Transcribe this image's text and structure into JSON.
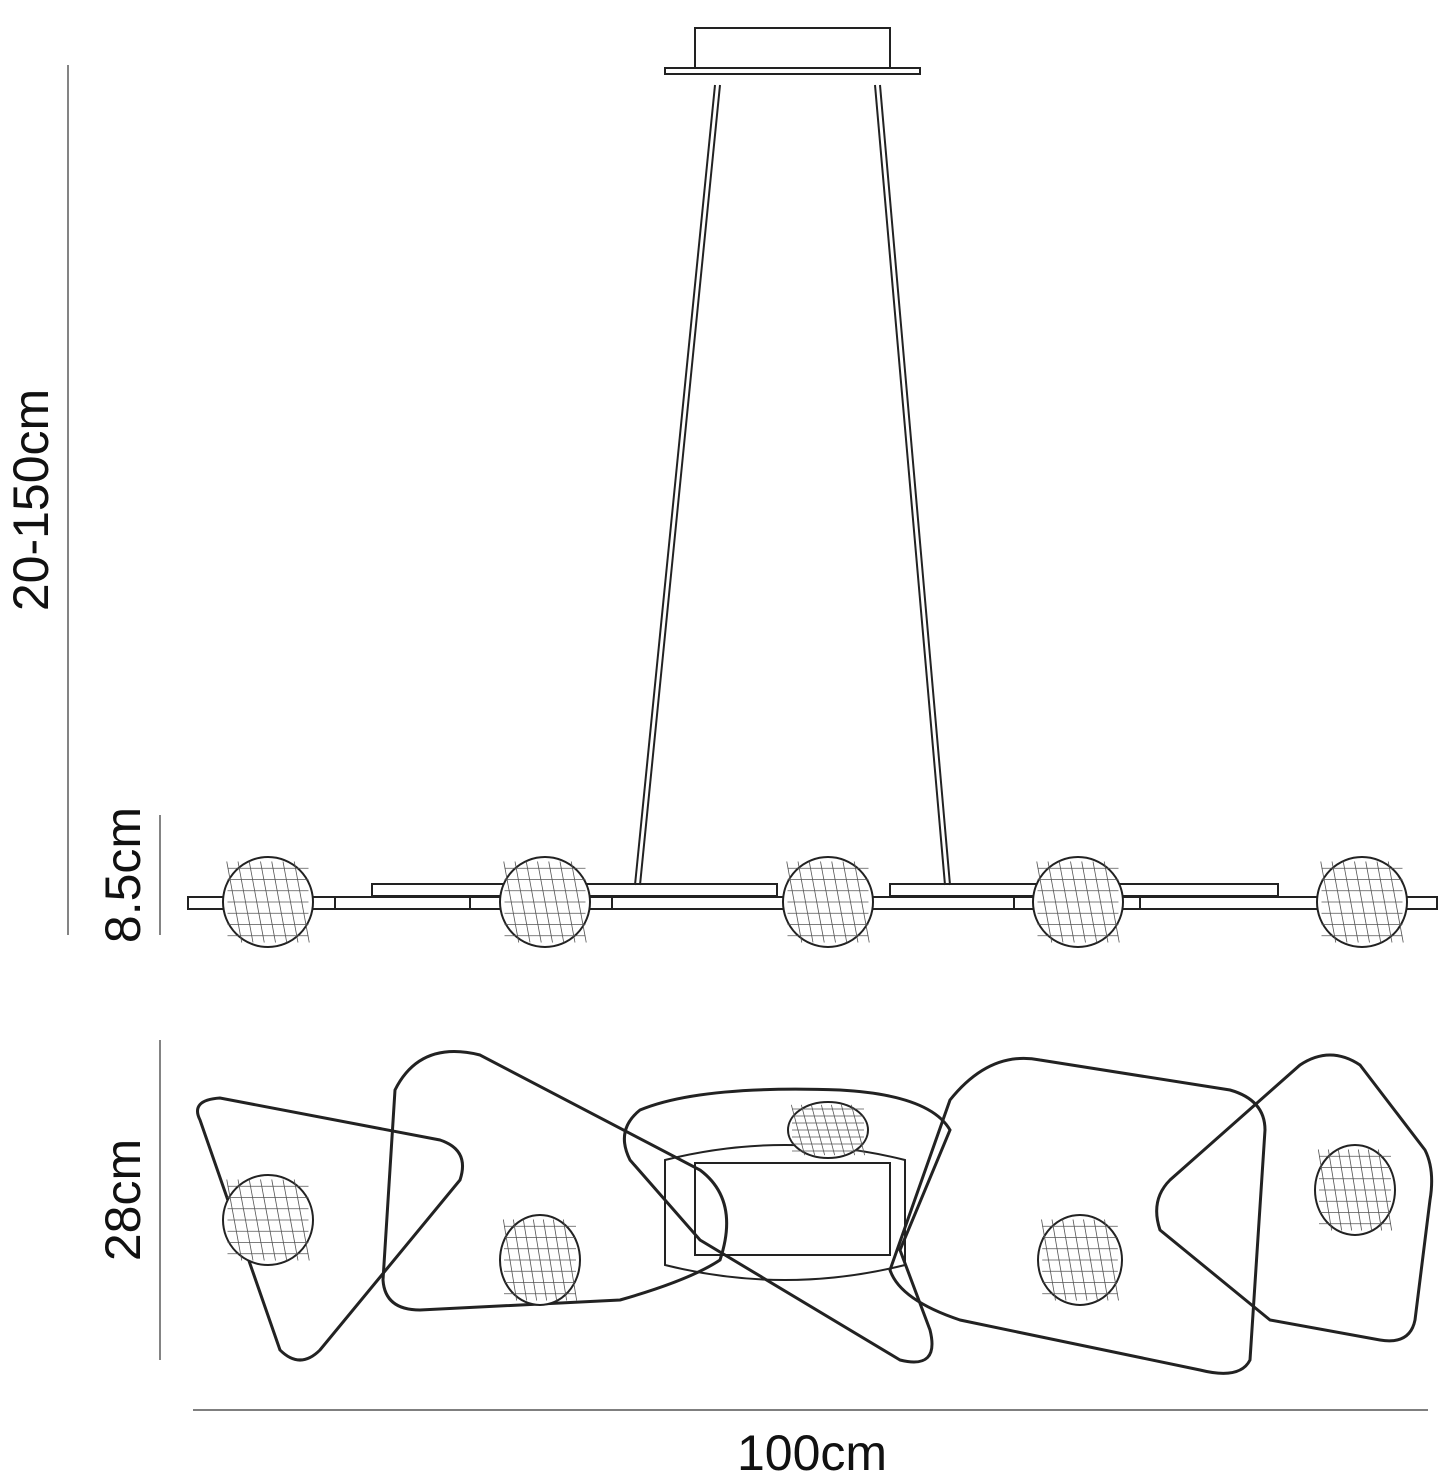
{
  "dimensions": {
    "drop_height": "20-150cm",
    "body_height": "8.5cm",
    "depth": "28cm",
    "width": "100cm"
  }
}
